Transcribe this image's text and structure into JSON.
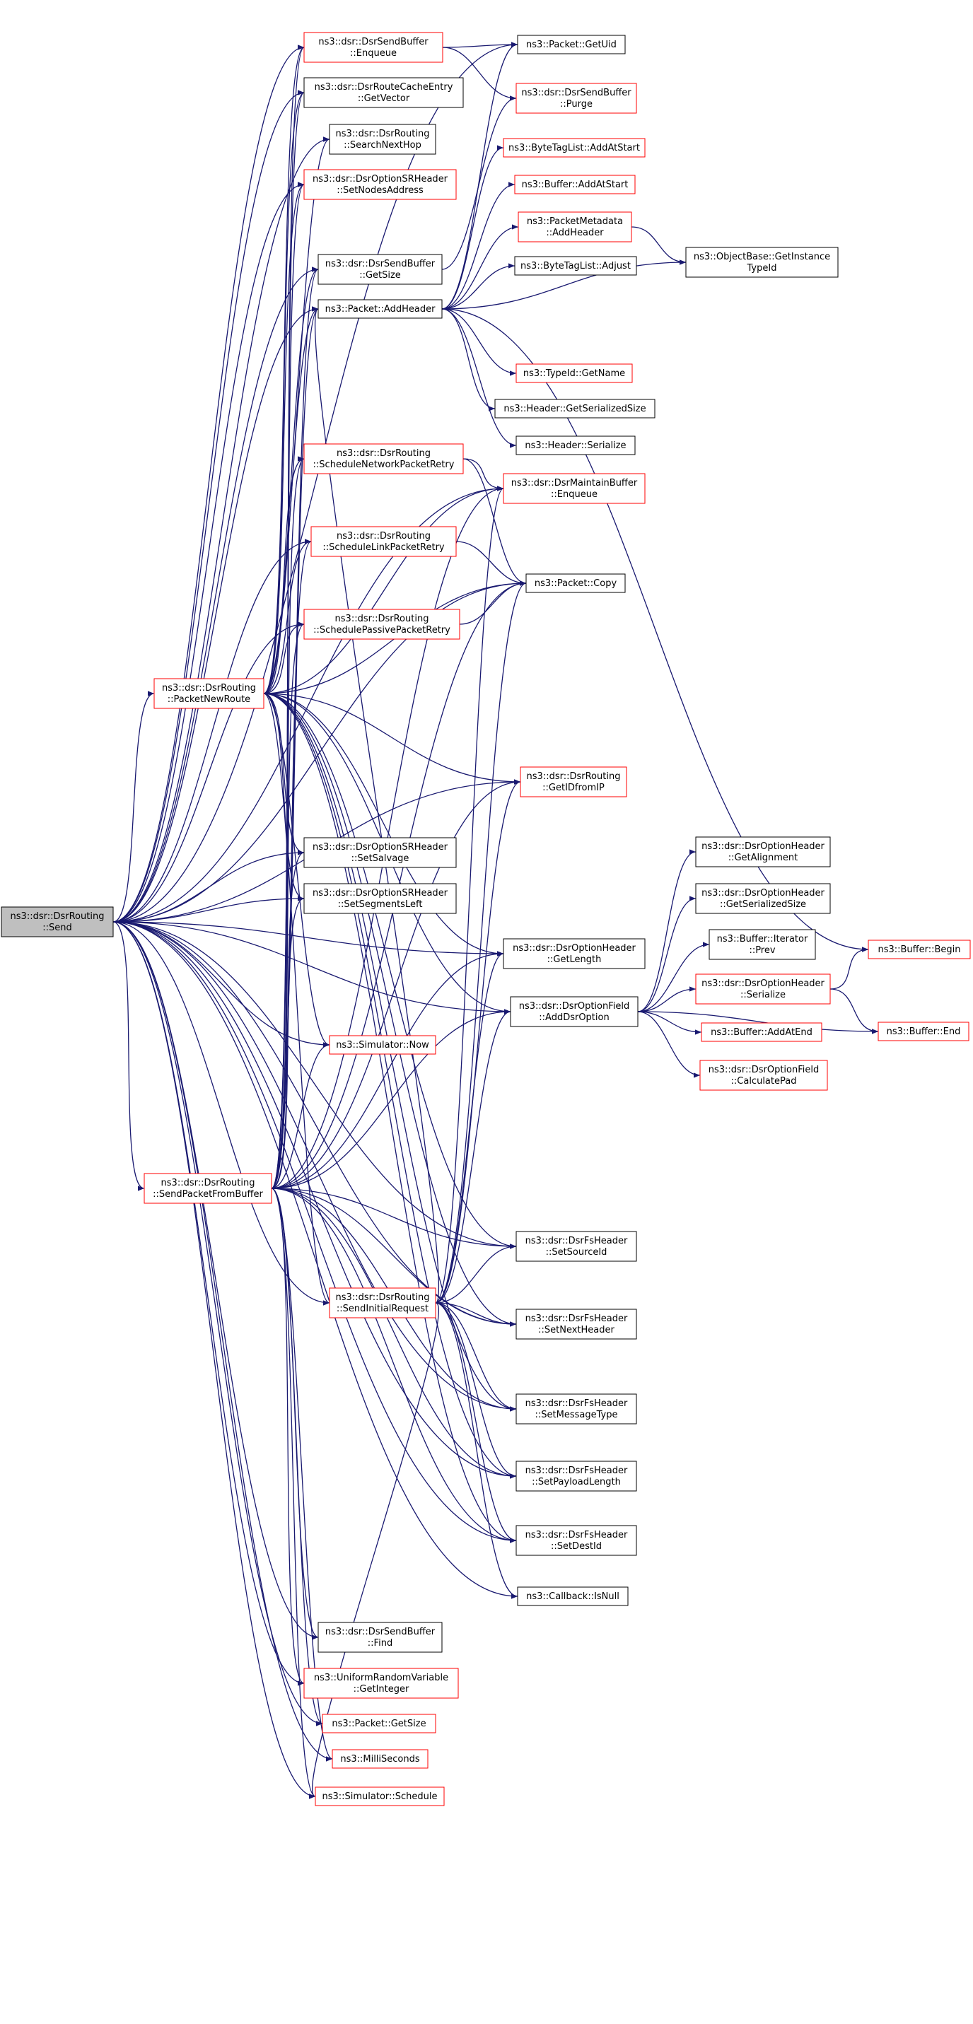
{
  "colors": {
    "edge": "#191970",
    "border_normal": "#000000",
    "border_truncated": "#ff0000",
    "root_fill": "#bfbfbf",
    "node_fill": "#ffffff"
  },
  "nodes": [
    {
      "id": "send",
      "lines": [
        "ns3::dsr::DsrRouting",
        "::Send"
      ],
      "kind": "root"
    },
    {
      "id": "packetNewRoute",
      "lines": [
        "ns3::dsr::DsrRouting",
        "::PacketNewRoute"
      ],
      "kind": "truncated"
    },
    {
      "id": "sendPacketFromBuffer",
      "lines": [
        "ns3::dsr::DsrRouting",
        "::SendPacketFromBuffer"
      ],
      "kind": "truncated"
    },
    {
      "id": "sendBufferEnqueue",
      "lines": [
        "ns3::dsr::DsrSendBuffer",
        "::Enqueue"
      ],
      "kind": "truncated"
    },
    {
      "id": "routeCacheGetVector",
      "lines": [
        "ns3::dsr::DsrRouteCacheEntry",
        "::GetVector"
      ],
      "kind": "normal"
    },
    {
      "id": "searchNextHop",
      "lines": [
        "ns3::dsr::DsrRouting",
        "::SearchNextHop"
      ],
      "kind": "normal"
    },
    {
      "id": "setNodesAddress",
      "lines": [
        "ns3::dsr::DsrOptionSRHeader",
        "::SetNodesAddress"
      ],
      "kind": "truncated"
    },
    {
      "id": "sendBufferGetSize",
      "lines": [
        "ns3::dsr::DsrSendBuffer",
        "::GetSize"
      ],
      "kind": "normal"
    },
    {
      "id": "packetAddHeader",
      "lines": [
        "ns3::Packet::AddHeader"
      ],
      "kind": "normal"
    },
    {
      "id": "scheduleNetworkPacketRetry",
      "lines": [
        "ns3::dsr::DsrRouting",
        "::ScheduleNetworkPacketRetry"
      ],
      "kind": "truncated"
    },
    {
      "id": "scheduleLinkPacketRetry",
      "lines": [
        "ns3::dsr::DsrRouting",
        "::ScheduleLinkPacketRetry"
      ],
      "kind": "truncated"
    },
    {
      "id": "schedulePassivePacketRetry",
      "lines": [
        "ns3::dsr::DsrRouting",
        "::SchedulePassivePacketRetry"
      ],
      "kind": "truncated"
    },
    {
      "id": "setSalvage",
      "lines": [
        "ns3::dsr::DsrOptionSRHeader",
        "::SetSalvage"
      ],
      "kind": "normal"
    },
    {
      "id": "setSegmentsLeft",
      "lines": [
        "ns3::dsr::DsrOptionSRHeader",
        "::SetSegmentsLeft"
      ],
      "kind": "normal"
    },
    {
      "id": "simulatorNow",
      "lines": [
        "ns3::Simulator::Now"
      ],
      "kind": "truncated"
    },
    {
      "id": "sendInitialRequest",
      "lines": [
        "ns3::dsr::DsrRouting",
        "::SendInitialRequest"
      ],
      "kind": "truncated"
    },
    {
      "id": "sendBufferFind",
      "lines": [
        "ns3::dsr::DsrSendBuffer",
        "::Find"
      ],
      "kind": "normal"
    },
    {
      "id": "getInteger",
      "lines": [
        "ns3::UniformRandomVariable",
        "::GetInteger"
      ],
      "kind": "truncated"
    },
    {
      "id": "packetGetSize",
      "lines": [
        "ns3::Packet::GetSize"
      ],
      "kind": "truncated"
    },
    {
      "id": "milliSeconds",
      "lines": [
        "ns3::MilliSeconds"
      ],
      "kind": "truncated"
    },
    {
      "id": "simulatorSchedule",
      "lines": [
        "ns3::Simulator::Schedule"
      ],
      "kind": "truncated"
    },
    {
      "id": "packetGetUid",
      "lines": [
        "ns3::Packet::GetUid"
      ],
      "kind": "normal"
    },
    {
      "id": "sendBufferPurge",
      "lines": [
        "ns3::dsr::DsrSendBuffer",
        "::Purge"
      ],
      "kind": "truncated"
    },
    {
      "id": "byteTagListAddAtStart",
      "lines": [
        "ns3::ByteTagList::AddAtStart"
      ],
      "kind": "truncated"
    },
    {
      "id": "bufferAddAtStart",
      "lines": [
        "ns3::Buffer::AddAtStart"
      ],
      "kind": "truncated"
    },
    {
      "id": "packetMetadataAddHeader",
      "lines": [
        "ns3::PacketMetadata",
        "::AddHeader"
      ],
      "kind": "truncated"
    },
    {
      "id": "byteTagListAdjust",
      "lines": [
        "ns3::ByteTagList::Adjust"
      ],
      "kind": "normal"
    },
    {
      "id": "typeIdGetName",
      "lines": [
        "ns3::TypeId::GetName"
      ],
      "kind": "truncated"
    },
    {
      "id": "headerGetSerializedSize",
      "lines": [
        "ns3::Header::GetSerializedSize"
      ],
      "kind": "normal"
    },
    {
      "id": "headerSerialize",
      "lines": [
        "ns3::Header::Serialize"
      ],
      "kind": "normal"
    },
    {
      "id": "maintainBufferEnqueue",
      "lines": [
        "ns3::dsr::DsrMaintainBuffer",
        "::Enqueue"
      ],
      "kind": "truncated"
    },
    {
      "id": "packetCopy",
      "lines": [
        "ns3::Packet::Copy"
      ],
      "kind": "normal"
    },
    {
      "id": "getIDfromIP",
      "lines": [
        "ns3::dsr::DsrRouting",
        "::GetIDfromIP"
      ],
      "kind": "truncated"
    },
    {
      "id": "optionHeaderGetLength",
      "lines": [
        "ns3::dsr::DsrOptionHeader",
        "::GetLength"
      ],
      "kind": "normal"
    },
    {
      "id": "addDsrOption",
      "lines": [
        "ns3::dsr::DsrOptionField",
        "::AddDsrOption"
      ],
      "kind": "normal"
    },
    {
      "id": "fsSetSourceId",
      "lines": [
        "ns3::dsr::DsrFsHeader",
        "::SetSourceId"
      ],
      "kind": "normal"
    },
    {
      "id": "fsSetNextHeader",
      "lines": [
        "ns3::dsr::DsrFsHeader",
        "::SetNextHeader"
      ],
      "kind": "normal"
    },
    {
      "id": "fsSetMessageType",
      "lines": [
        "ns3::dsr::DsrFsHeader",
        "::SetMessageType"
      ],
      "kind": "normal"
    },
    {
      "id": "fsSetPayloadLength",
      "lines": [
        "ns3::dsr::DsrFsHeader",
        "::SetPayloadLength"
      ],
      "kind": "normal"
    },
    {
      "id": "fsSetDestId",
      "lines": [
        "ns3::dsr::DsrFsHeader",
        "::SetDestId"
      ],
      "kind": "normal"
    },
    {
      "id": "callbackIsNull",
      "lines": [
        "ns3::Callback::IsNull"
      ],
      "kind": "normal"
    },
    {
      "id": "objectBaseGetInstanceTypeId",
      "lines": [
        "ns3::ObjectBase::GetInstance",
        "TypeId"
      ],
      "kind": "normal"
    },
    {
      "id": "optionHeaderGetAlignment",
      "lines": [
        "ns3::dsr::DsrOptionHeader",
        "::GetAlignment"
      ],
      "kind": "normal"
    },
    {
      "id": "optionHeaderGetSerializedSize",
      "lines": [
        "ns3::dsr::DsrOptionHeader",
        "::GetSerializedSize"
      ],
      "kind": "normal"
    },
    {
      "id": "bufferIteratorPrev",
      "lines": [
        "ns3::Buffer::Iterator",
        "::Prev"
      ],
      "kind": "normal"
    },
    {
      "id": "optionHeaderSerialize",
      "lines": [
        "ns3::dsr::DsrOptionHeader",
        "::Serialize"
      ],
      "kind": "truncated"
    },
    {
      "id": "bufferAddAtEnd",
      "lines": [
        "ns3::Buffer::AddAtEnd"
      ],
      "kind": "truncated"
    },
    {
      "id": "optionFieldCalculatePad",
      "lines": [
        "ns3::dsr::DsrOptionField",
        "::CalculatePad"
      ],
      "kind": "truncated"
    },
    {
      "id": "bufferBegin",
      "lines": [
        "ns3::Buffer::Begin"
      ],
      "kind": "truncated"
    },
    {
      "id": "bufferEnd",
      "lines": [
        "ns3::Buffer::End"
      ],
      "kind": "truncated"
    }
  ],
  "edges": [
    [
      "send",
      "sendBufferEnqueue"
    ],
    [
      "send",
      "packetGetUid"
    ],
    [
      "send",
      "routeCacheGetVector"
    ],
    [
      "send",
      "searchNextHop"
    ],
    [
      "send",
      "setNodesAddress"
    ],
    [
      "send",
      "sendBufferGetSize"
    ],
    [
      "send",
      "packetAddHeader"
    ],
    [
      "send",
      "maintainBufferEnqueue"
    ],
    [
      "send",
      "packetCopy"
    ],
    [
      "send",
      "scheduleLinkPacketRetry"
    ],
    [
      "send",
      "schedulePassivePacketRetry"
    ],
    [
      "send",
      "packetNewRoute"
    ],
    [
      "send",
      "getIDfromIP"
    ],
    [
      "send",
      "setSalvage"
    ],
    [
      "send",
      "setSegmentsLeft"
    ],
    [
      "send",
      "optionHeaderGetLength"
    ],
    [
      "send",
      "addDsrOption"
    ],
    [
      "send",
      "simulatorNow"
    ],
    [
      "send",
      "sendPacketFromBuffer"
    ],
    [
      "send",
      "fsSetSourceId"
    ],
    [
      "send",
      "sendInitialRequest"
    ],
    [
      "send",
      "fsSetNextHeader"
    ],
    [
      "send",
      "fsSetMessageType"
    ],
    [
      "send",
      "fsSetPayloadLength"
    ],
    [
      "send",
      "fsSetDestId"
    ],
    [
      "send",
      "sendBufferFind"
    ],
    [
      "send",
      "getInteger"
    ],
    [
      "send",
      "packetGetSize"
    ],
    [
      "send",
      "milliSeconds"
    ],
    [
      "send",
      "simulatorSchedule"
    ],
    [
      "send",
      "callbackIsNull"
    ],
    [
      "packetNewRoute",
      "sendBufferEnqueue"
    ],
    [
      "packetNewRoute",
      "routeCacheGetVector"
    ],
    [
      "packetNewRoute",
      "searchNextHop"
    ],
    [
      "packetNewRoute",
      "setNodesAddress"
    ],
    [
      "packetNewRoute",
      "sendBufferGetSize"
    ],
    [
      "packetNewRoute",
      "packetAddHeader"
    ],
    [
      "packetNewRoute",
      "scheduleNetworkPacketRetry"
    ],
    [
      "packetNewRoute",
      "scheduleLinkPacketRetry"
    ],
    [
      "packetNewRoute",
      "schedulePassivePacketRetry"
    ],
    [
      "packetNewRoute",
      "maintainBufferEnqueue"
    ],
    [
      "packetNewRoute",
      "packetCopy"
    ],
    [
      "packetNewRoute",
      "getIDfromIP"
    ],
    [
      "packetNewRoute",
      "setSalvage"
    ],
    [
      "packetNewRoute",
      "setSegmentsLeft"
    ],
    [
      "packetNewRoute",
      "optionHeaderGetLength"
    ],
    [
      "packetNewRoute",
      "addDsrOption"
    ],
    [
      "packetNewRoute",
      "simulatorNow"
    ],
    [
      "packetNewRoute",
      "sendInitialRequest"
    ],
    [
      "packetNewRoute",
      "fsSetSourceId"
    ],
    [
      "packetNewRoute",
      "fsSetNextHeader"
    ],
    [
      "packetNewRoute",
      "fsSetMessageType"
    ],
    [
      "packetNewRoute",
      "fsSetPayloadLength"
    ],
    [
      "packetNewRoute",
      "fsSetDestId"
    ],
    [
      "sendPacketFromBuffer",
      "sendBufferEnqueue"
    ],
    [
      "sendPacketFromBuffer",
      "routeCacheGetVector"
    ],
    [
      "sendPacketFromBuffer",
      "setNodesAddress"
    ],
    [
      "sendPacketFromBuffer",
      "sendBufferGetSize"
    ],
    [
      "sendPacketFromBuffer",
      "packetAddHeader"
    ],
    [
      "sendPacketFromBuffer",
      "scheduleNetworkPacketRetry"
    ],
    [
      "sendPacketFromBuffer",
      "scheduleLinkPacketRetry"
    ],
    [
      "sendPacketFromBuffer",
      "schedulePassivePacketRetry"
    ],
    [
      "sendPacketFromBuffer",
      "maintainBufferEnqueue"
    ],
    [
      "sendPacketFromBuffer",
      "packetCopy"
    ],
    [
      "sendPacketFromBuffer",
      "getIDfromIP"
    ],
    [
      "sendPacketFromBuffer",
      "setSalvage"
    ],
    [
      "sendPacketFromBuffer",
      "setSegmentsLeft"
    ],
    [
      "sendPacketFromBuffer",
      "optionHeaderGetLength"
    ],
    [
      "sendPacketFromBuffer",
      "addDsrOption"
    ],
    [
      "sendPacketFromBuffer",
      "simulatorNow"
    ],
    [
      "sendPacketFromBuffer",
      "fsSetSourceId"
    ],
    [
      "sendPacketFromBuffer",
      "fsSetNextHeader"
    ],
    [
      "sendPacketFromBuffer",
      "fsSetMessageType"
    ],
    [
      "sendPacketFromBuffer",
      "fsSetPayloadLength"
    ],
    [
      "sendPacketFromBuffer",
      "fsSetDestId"
    ],
    [
      "sendPacketFromBuffer",
      "sendBufferFind"
    ],
    [
      "sendPacketFromBuffer",
      "getInteger"
    ],
    [
      "sendPacketFromBuffer",
      "packetGetSize"
    ],
    [
      "sendPacketFromBuffer",
      "milliSeconds"
    ],
    [
      "sendPacketFromBuffer",
      "simulatorSchedule"
    ],
    [
      "sendInitialRequest",
      "packetAddHeader"
    ],
    [
      "sendInitialRequest",
      "packetCopy"
    ],
    [
      "sendInitialRequest",
      "getIDfromIP"
    ],
    [
      "sendInitialRequest",
      "optionHeaderGetLength"
    ],
    [
      "sendInitialRequest",
      "addDsrOption"
    ],
    [
      "sendInitialRequest",
      "fsSetSourceId"
    ],
    [
      "sendInitialRequest",
      "fsSetNextHeader"
    ],
    [
      "sendInitialRequest",
      "fsSetMessageType"
    ],
    [
      "sendInitialRequest",
      "fsSetPayloadLength"
    ],
    [
      "sendInitialRequest",
      "fsSetDestId"
    ],
    [
      "sendInitialRequest",
      "callbackIsNull"
    ],
    [
      "sendInitialRequest",
      "simulatorSchedule"
    ],
    [
      "sendInitialRequest",
      "maintainBufferEnqueue"
    ],
    [
      "sendBufferEnqueue",
      "packetGetUid"
    ],
    [
      "sendBufferEnqueue",
      "sendBufferPurge"
    ],
    [
      "sendBufferGetSize",
      "sendBufferPurge"
    ],
    [
      "packetAddHeader",
      "byteTagListAddAtStart"
    ],
    [
      "packetAddHeader",
      "bufferAddAtStart"
    ],
    [
      "packetAddHeader",
      "packetMetadataAddHeader"
    ],
    [
      "packetAddHeader",
      "byteTagListAdjust"
    ],
    [
      "packetAddHeader",
      "objectBaseGetInstanceTypeId"
    ],
    [
      "packetAddHeader",
      "typeIdGetName"
    ],
    [
      "packetAddHeader",
      "headerGetSerializedSize"
    ],
    [
      "packetAddHeader",
      "headerSerialize"
    ],
    [
      "packetAddHeader",
      "bufferBegin"
    ],
    [
      "packetAddHeader",
      "packetGetUid"
    ],
    [
      "packetMetadataAddHeader",
      "objectBaseGetInstanceTypeId"
    ],
    [
      "scheduleNetworkPacketRetry",
      "maintainBufferEnqueue"
    ],
    [
      "scheduleNetworkPacketRetry",
      "packetCopy"
    ],
    [
      "scheduleLinkPacketRetry",
      "packetCopy"
    ],
    [
      "schedulePassivePacketRetry",
      "packetCopy"
    ],
    [
      "addDsrOption",
      "optionHeaderGetAlignment"
    ],
    [
      "addDsrOption",
      "optionHeaderGetSerializedSize"
    ],
    [
      "addDsrOption",
      "bufferIteratorPrev"
    ],
    [
      "addDsrOption",
      "optionHeaderSerialize"
    ],
    [
      "addDsrOption",
      "bufferAddAtEnd"
    ],
    [
      "addDsrOption",
      "optionFieldCalculatePad"
    ],
    [
      "addDsrOption",
      "bufferEnd"
    ],
    [
      "optionHeaderSerialize",
      "bufferBegin"
    ],
    [
      "optionHeaderSerialize",
      "bufferEnd"
    ]
  ]
}
